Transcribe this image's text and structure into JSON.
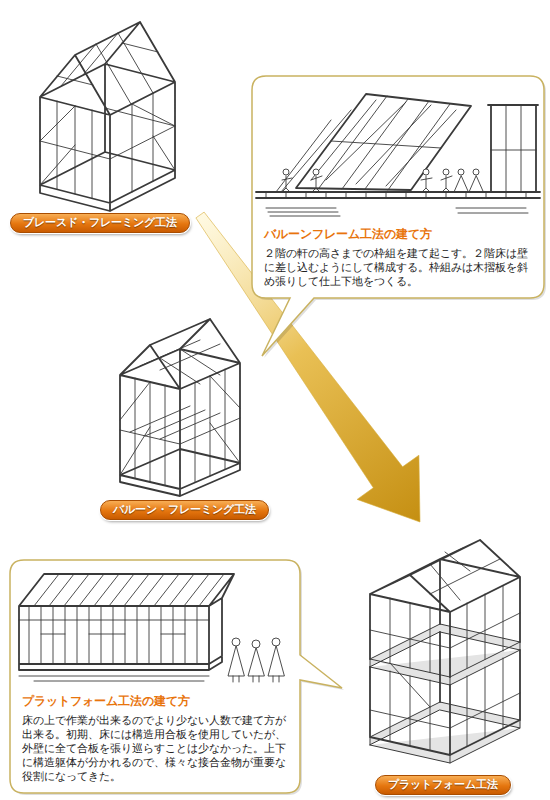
{
  "diagram": {
    "nodes": [
      {
        "text": [
          "ブレースド・フレーミング工法"
        ]
      },
      {
        "text": [
          "バルーンフレーム工法の建て方",
          "２階の軒の高さまでの枠組を建て起こす。２階床は壁に差し込むようにして構成する。枠組みは木摺板を斜め張りして仕上下地をつくる。"
        ]
      },
      {
        "text": [
          "バルーン・フレーミング工法"
        ]
      },
      {
        "text": [
          "プラットフォーム工法の建て方",
          "床の上で作業が出来るのでより少ない人数で建て方が出来る。初期、床には構造用合板を使用していたが、外壁に全て合板を張り巡らすことは少なかった。上下に構造躯体が分かれるので、様々な接合金物が重要な役割になってきた。"
        ]
      },
      {
        "text": [
          "プラットフォーム工法"
        ]
      }
    ],
    "edges": [
      {
        "from": 0,
        "to": 4,
        "arrow": "to"
      }
    ]
  }
}
